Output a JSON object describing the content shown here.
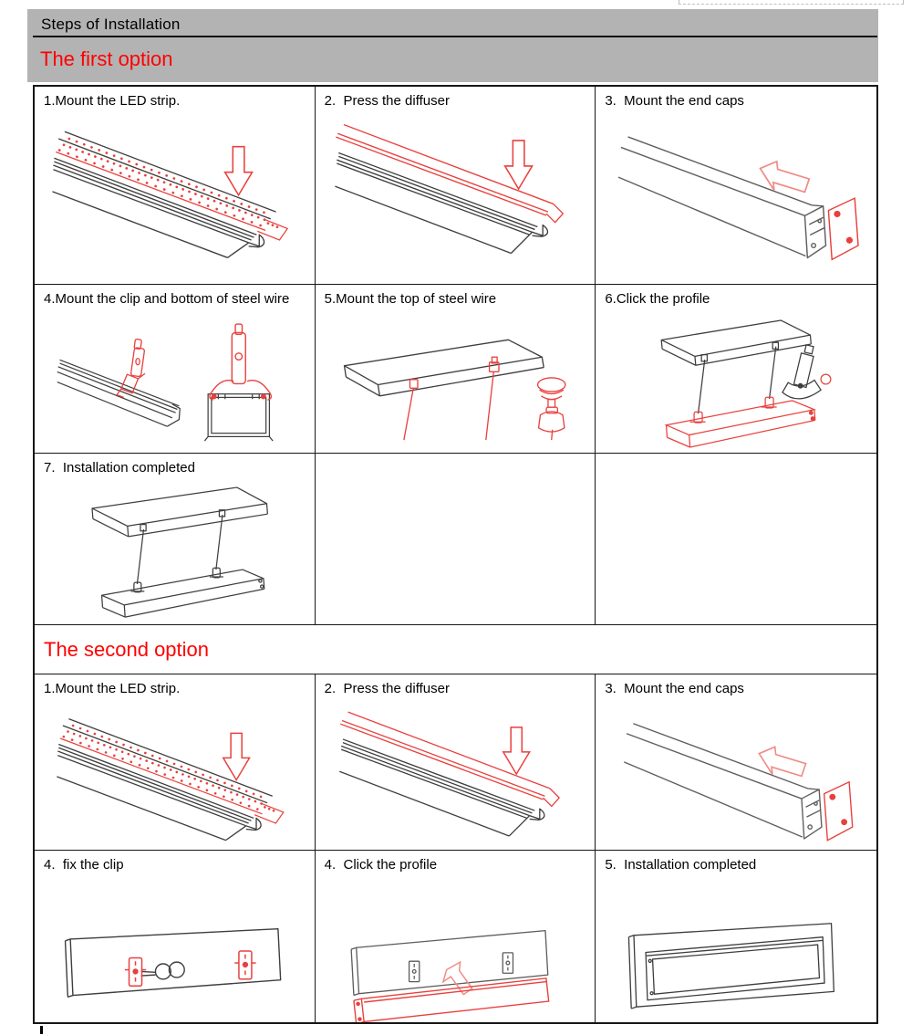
{
  "title": "Steps of Installation",
  "sections": [
    {
      "heading": "The first option",
      "steps": [
        "1.Mount the LED strip.",
        "2.  Press the diffuser",
        "3.  Mount the end caps",
        "4.Mount the clip and bottom of steel wire",
        "5.Mount the top of steel wire",
        "6.Click the profile",
        "7.  Installation completed"
      ]
    },
    {
      "heading": "The second option",
      "steps": [
        "1.Mount the LED strip.",
        "2.  Press the diffuser",
        "3.  Mount the end caps",
        "4.  fix the clip",
        "4.  Click the profile",
        "5.  Installation completed"
      ]
    }
  ],
  "colors": {
    "band_gray": "#B3B3B3",
    "heading_red": "#FF0000",
    "drawing_red": "#E8413D",
    "drawing_light_red": "#EF8D87",
    "drawing_dark": "#3E3E3E",
    "border_black": "#161616"
  }
}
